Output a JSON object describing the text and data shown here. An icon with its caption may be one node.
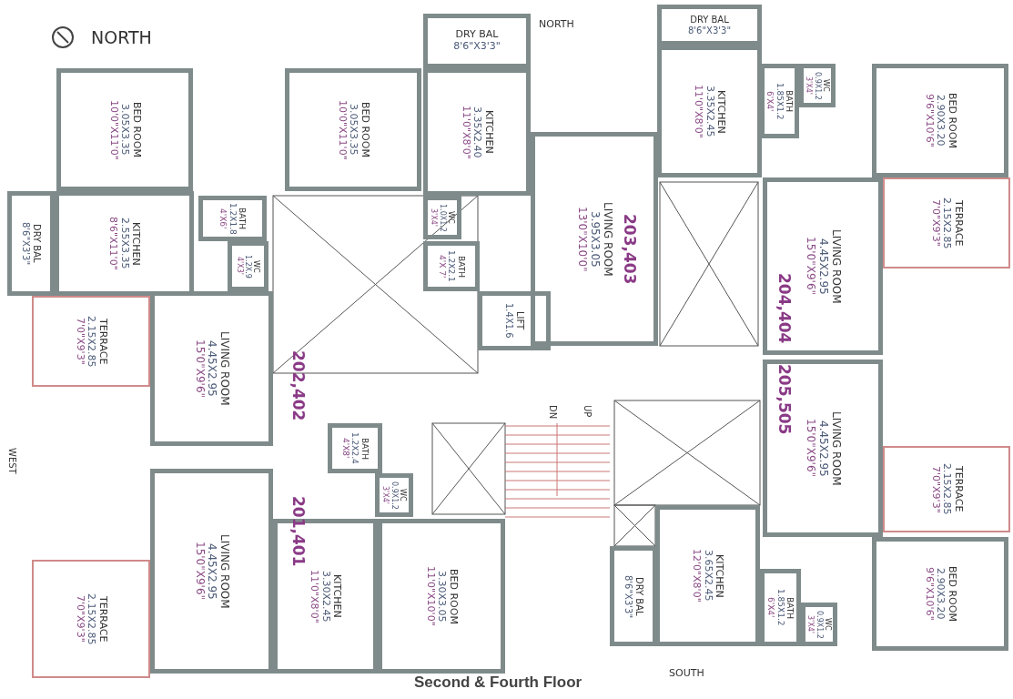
{
  "diagram": {
    "caption": "Second & Fourth Floor",
    "nodes": [
      {
        "text": [
          "BED ROOM",
          "3.05X3.35",
          "10'0\"X11'0\""
        ]
      },
      {
        "text": [
          "BED ROOM",
          "3.05X3.35",
          "10'0\"X11'0\""
        ]
      },
      {
        "text": [
          "DRY BAL",
          "8'6\"X3'3\""
        ]
      },
      {
        "text": [
          "KITCHEN",
          "3.35X2.40",
          "11'0\"X8'0\""
        ]
      },
      {
        "text": [
          "DRY BAL",
          "8'6\"X3'3\""
        ]
      },
      {
        "text": [
          "KITCHEN",
          "3.35X2.45",
          "11'0\"X8'0\""
        ]
      },
      {
        "text": [
          "BATH",
          "1.85X1.2",
          "6'X4'"
        ]
      },
      {
        "text": [
          "WC",
          "0.9X1.2",
          "3'X4'"
        ]
      },
      {
        "text": [
          "BED ROOM",
          "2.90X3.20",
          "9'6\"X10'6\""
        ]
      },
      {
        "text": [
          "DRY BAL",
          "8'6\"X3'3\""
        ]
      },
      {
        "text": [
          "KITCHEN",
          "2.55X3.35",
          "8'6\"X11'0\""
        ]
      },
      {
        "text": [
          "BATH",
          "1.2X1.8",
          "4'X6'"
        ]
      },
      {
        "text": [
          "WC",
          "1.2X.9",
          "4'X3'"
        ]
      },
      {
        "text": [
          "WC",
          "1.0X1.2",
          "3'X4'"
        ]
      },
      {
        "text": [
          "BATH",
          "1.2X2.1",
          "4'X 7'"
        ]
      },
      {
        "text": [
          "LIVING ROOM",
          "3.95X3.05",
          "13'0\"X10'0\""
        ]
      },
      {
        "text": [
          "LIFT",
          "1.4X1.6"
        ]
      },
      {
        "text": [
          "TERRACE",
          "2.15X2.85",
          "7'0\"X9'3\""
        ]
      },
      {
        "text": [
          "LIVING ROOM",
          "4.45X2.95",
          "15'0\"X9'6\""
        ]
      },
      {
        "text": [
          "TERRACE",
          "2.15X2.85",
          "7'0\"X9'3\""
        ]
      },
      {
        "text": [
          "LIVING ROOM",
          "4.45X2.95",
          "15'0\"X9'6\""
        ]
      },
      {
        "text": [
          "LIVING ROOM",
          "4.45X2.95",
          "15'0\"X9'6\""
        ]
      },
      {
        "text": [
          "TERRACE",
          "2.15X2.85",
          "7'0\"X9'3\""
        ]
      },
      {
        "text": [
          "BATH",
          "1.2X2.4",
          "4'X8'"
        ]
      },
      {
        "text": [
          "WC",
          "0.9X1.2",
          "3'X4'"
        ]
      },
      {
        "text": [
          "LIVING ROOM",
          "4.45X2.95",
          "15'0\"X9'6\""
        ]
      },
      {
        "text": [
          "KITCHEN",
          "3.30X2.45",
          "11'0\"X8'0\""
        ]
      },
      {
        "text": [
          "BED ROOM",
          "3.30X3.05",
          "11'0\"X10'0\""
        ]
      },
      {
        "text": [
          "TERRACE",
          "2.15X2.85",
          "7'0\"X9'3\""
        ]
      },
      {
        "text": [
          "DRY BAL",
          "8'6\"X3'3\""
        ]
      },
      {
        "text": [
          "KITCHEN",
          "3.65X2.45",
          "12'0\"X8'0\""
        ]
      },
      {
        "text": [
          "BATH",
          "1.85X1.2",
          "6'X4'"
        ]
      },
      {
        "text": [
          "WC",
          "0.9X1.2",
          "3'X4'"
        ]
      },
      {
        "text": [
          "BED ROOM",
          "2.90X3.20",
          "9'6\"X10'6\""
        ]
      }
    ],
    "labels": [
      "NORTH",
      "NORTH",
      "203,403",
      "204,404",
      "202,402",
      "205,505",
      "WEST",
      "DN",
      "UP",
      "201,401",
      "SOUTH"
    ]
  }
}
